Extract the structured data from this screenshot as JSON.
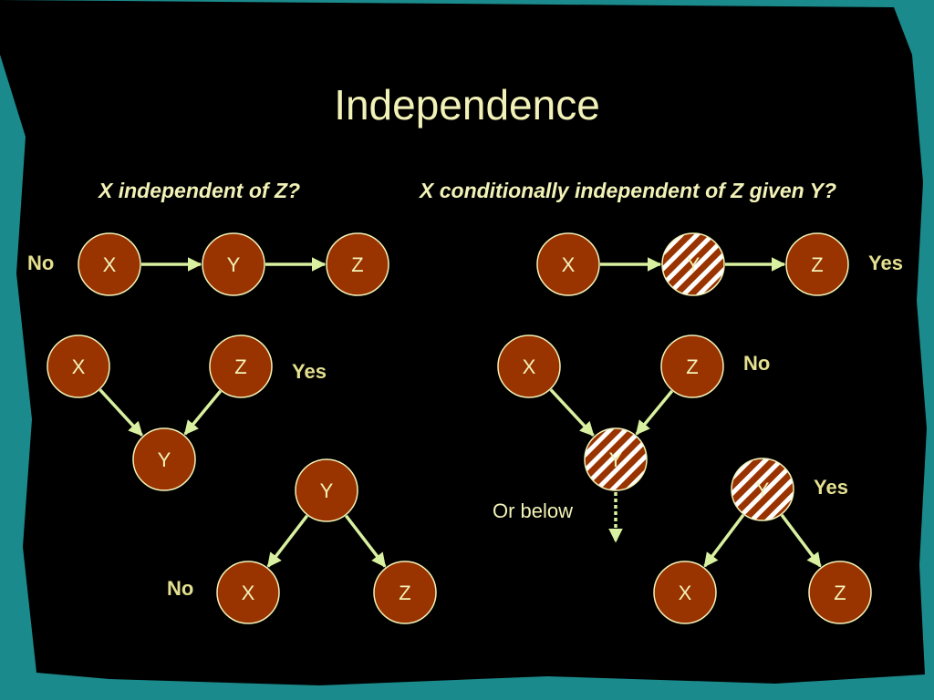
{
  "title": "Independence",
  "left_heading": "X independent of Z?",
  "right_heading": "X conditionally independent of Z given Y?",
  "colors": {
    "node_fill": "#993300",
    "node_stroke": "#f2f2b8",
    "edge": "#d8f0a0",
    "text": "#f2f2b8",
    "answer_text": "#e4e090",
    "background": "#000000",
    "frame": "#1b8a8c",
    "hatch_stripe": "#ffffff"
  },
  "node_labels": {
    "x": "X",
    "y": "Y",
    "z": "Z"
  },
  "answers": {
    "chain_independent": "No",
    "collider_independent": "Yes",
    "fork_independent": "No",
    "chain_conditional": "Yes",
    "collider_conditional": "No",
    "fork_conditional": "Yes"
  },
  "collider_note": "Or below",
  "chart_data": {
    "type": "diagram",
    "diagrams": [
      {
        "panel": "left",
        "structure": "chain",
        "edges": [
          [
            "X",
            "Y"
          ],
          [
            "Y",
            "Z"
          ]
        ],
        "observed": [],
        "answer": "No"
      },
      {
        "panel": "left",
        "structure": "collider",
        "edges": [
          [
            "X",
            "Y"
          ],
          [
            "Z",
            "Y"
          ]
        ],
        "observed": [],
        "answer": "Yes"
      },
      {
        "panel": "left",
        "structure": "fork",
        "edges": [
          [
            "Y",
            "X"
          ],
          [
            "Y",
            "Z"
          ]
        ],
        "observed": [],
        "answer": "No"
      },
      {
        "panel": "right",
        "structure": "chain",
        "edges": [
          [
            "X",
            "Y"
          ],
          [
            "Y",
            "Z"
          ]
        ],
        "observed": [
          "Y"
        ],
        "answer": "Yes"
      },
      {
        "panel": "right",
        "structure": "collider",
        "edges": [
          [
            "X",
            "Y"
          ],
          [
            "Z",
            "Y"
          ]
        ],
        "observed": [
          "Y"
        ],
        "answer": "No",
        "note": "Or below"
      },
      {
        "panel": "right",
        "structure": "fork",
        "edges": [
          [
            "Y",
            "X"
          ],
          [
            "Y",
            "Z"
          ]
        ],
        "observed": [
          "Y"
        ],
        "answer": "Yes"
      }
    ]
  }
}
